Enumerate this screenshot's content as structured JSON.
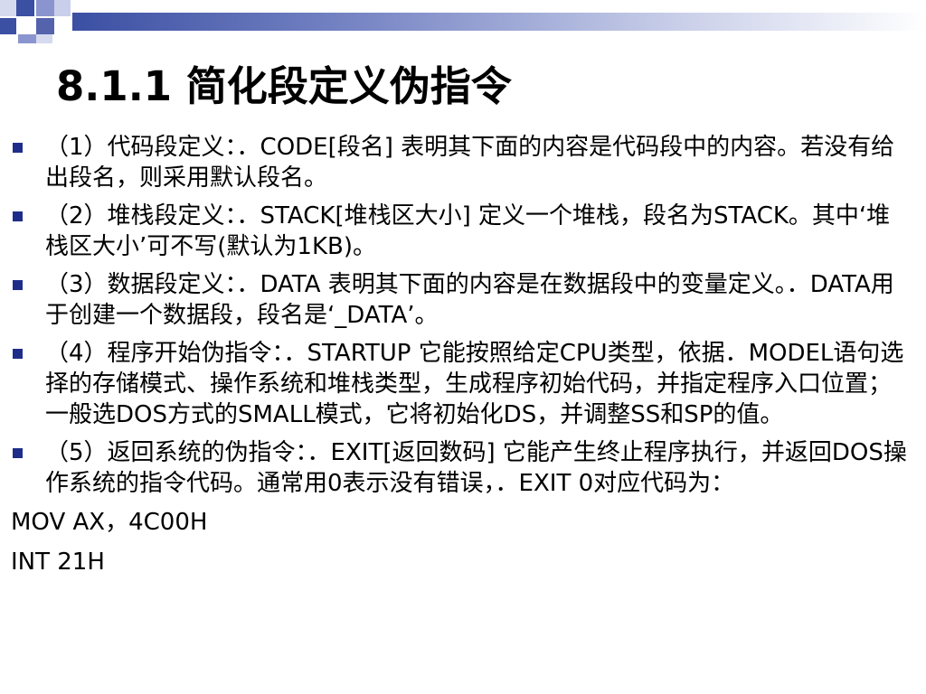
{
  "slide": {
    "title": "8.1.1 简化段定义伪指令",
    "accent_color": "#1f2d8a",
    "bullets": [
      {
        "text": "（1）代码段定义：．CODE[段名]  表明其下面的内容是代码段中的内容。若没有给出段名，则采用默认段名。"
      },
      {
        "text": "（2）堆栈段定义：．STACK[堆栈区大小]  定义一个堆栈，段名为STACK。其中‘堆栈区大小’可不写(默认为1KB)。"
      },
      {
        "text": "（3）数据段定义：．DATA  表明其下面的内容是在数据段中的变量定义。．DATA用于创建一个数据段，段名是‘_DATA’。"
      },
      {
        "text": "（4）程序开始伪指令：．STARTUP  它能按照给定CPU类型，依据．MODEL语句选择的存储模式、操作系统和堆栈类型，生成程序初始代码，并指定程序入口位置；一般选DOS方式的SMALL模式，它将初始化DS，并调整SS和SP的值。"
      },
      {
        "text": "（5）返回系统的伪指令：．EXIT[返回数码]  它能产生终止程序执行，并返回DOS操作系统的指令代码。通常用0表示没有错误，．EXIT 0对应代码为："
      }
    ],
    "code_lines": [
      {
        "text": "MOV  AX，4C00H"
      },
      {
        "text": "INT  21H"
      }
    ]
  }
}
